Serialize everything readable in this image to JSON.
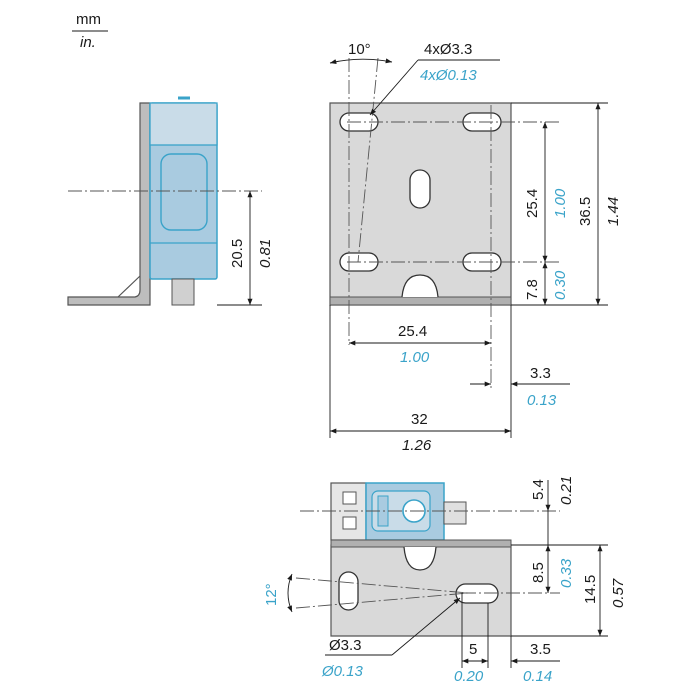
{
  "units": {
    "metric": "mm",
    "imperial": "in."
  },
  "front_view": {
    "angle_mm": "10°",
    "holes_mm": "4xØ3.3",
    "holes_in": "4xØ0.13",
    "vert_spacing_mm": "25.4",
    "vert_spacing_in": "1.00",
    "height_mm": "36.5",
    "height_in": "1.44",
    "bottom_offset_mm": "7.8",
    "bottom_offset_in": "0.30",
    "horiz_spacing_mm": "25.4",
    "horiz_spacing_in": "1.00",
    "edge_offset_mm": "3.3",
    "edge_offset_in": "0.13",
    "width_mm": "32",
    "width_in": "1.26"
  },
  "side_view": {
    "height_mm": "20.5",
    "height_in": "0.81"
  },
  "top_view": {
    "angle_mm": "12°",
    "offset_mm": "5.4",
    "offset_in": "0.21",
    "slot_offset_mm": "8.5",
    "slot_offset_in": "0.33",
    "depth_mm": "14.5",
    "depth_in": "0.57",
    "hole_mm": "Ø3.3",
    "hole_in": "Ø0.13",
    "slot_len_mm": "5",
    "slot_len_in": "0.20",
    "edge_mm": "3.5",
    "edge_in": "0.14"
  }
}
